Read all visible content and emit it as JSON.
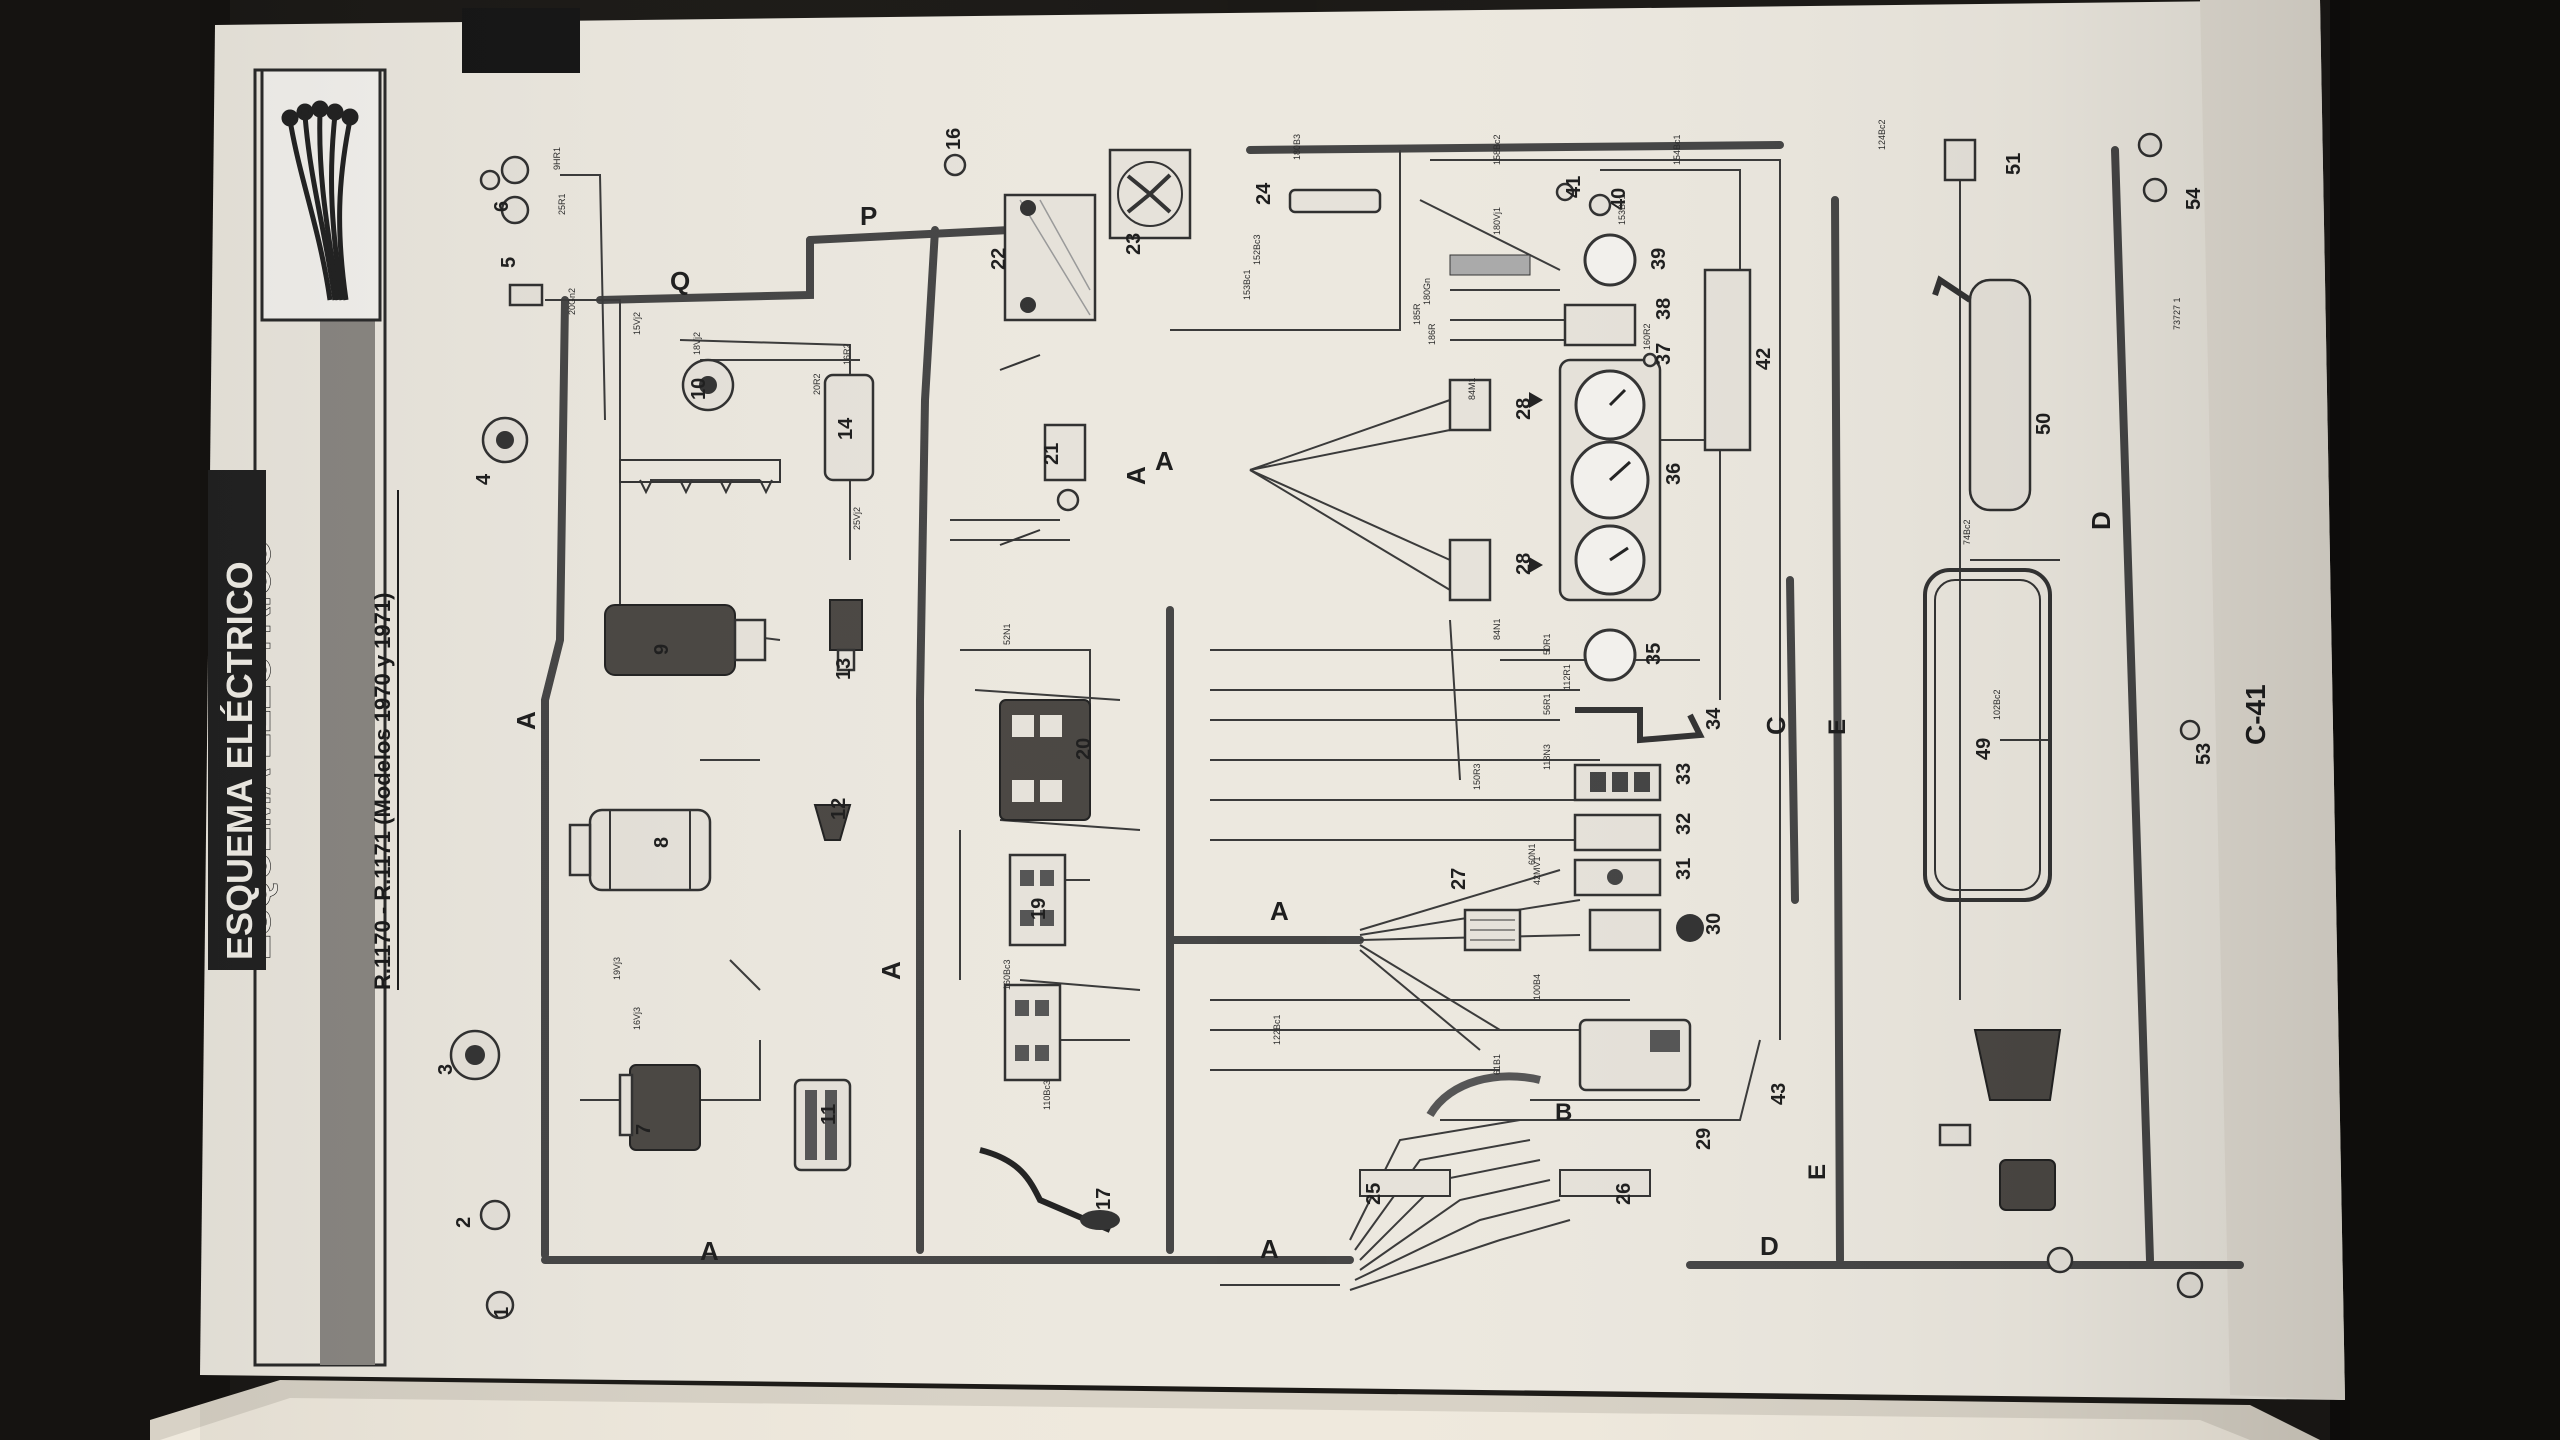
{
  "header": {
    "title": "ESQUEMA ELÉCTRICO",
    "subtitle": "R.1170 - R.1171 (Modelos 1970 y 1971)",
    "page_number": "C-41",
    "print_code": "73727 1"
  },
  "harness_labels": [
    "A",
    "A",
    "A",
    "A",
    "A",
    "A",
    "A",
    "B",
    "C",
    "D",
    "D",
    "E",
    "E",
    "P",
    "Q"
  ],
  "component_numbers": [
    "1",
    "2",
    "3",
    "4",
    "5",
    "6",
    "7",
    "8",
    "9",
    "10",
    "11",
    "12",
    "13",
    "14",
    "16",
    "17",
    "19",
    "20",
    "21",
    "22",
    "23",
    "24",
    "25",
    "26",
    "27",
    "28",
    "28",
    "29",
    "30",
    "31",
    "32",
    "33",
    "34",
    "35",
    "36",
    "37",
    "38",
    "39",
    "40",
    "41",
    "42",
    "43",
    "49",
    "50",
    "51",
    "53",
    "54"
  ],
  "wire_codes": [
    "9HR1",
    "25R1",
    "20Gn2",
    "15Vj2",
    "18Vj2",
    "19Vj3",
    "16Vj3",
    "152Bc3",
    "153Bc1",
    "180B3",
    "158Bc2",
    "180Vj1",
    "112R1",
    "56R1",
    "50R1",
    "52N1",
    "60N1",
    "42MV1",
    "118N3",
    "150R3",
    "84N1",
    "84M1",
    "180Gn",
    "185R",
    "186R",
    "160R2",
    "154Bc1",
    "153Bc1",
    "124Bc2",
    "74Bc2",
    "102Bc2",
    "100B4",
    "61B1",
    "16R2",
    "20R2",
    "25Vj2",
    "160Bc3",
    "110Bc3",
    "122Bc1"
  ]
}
